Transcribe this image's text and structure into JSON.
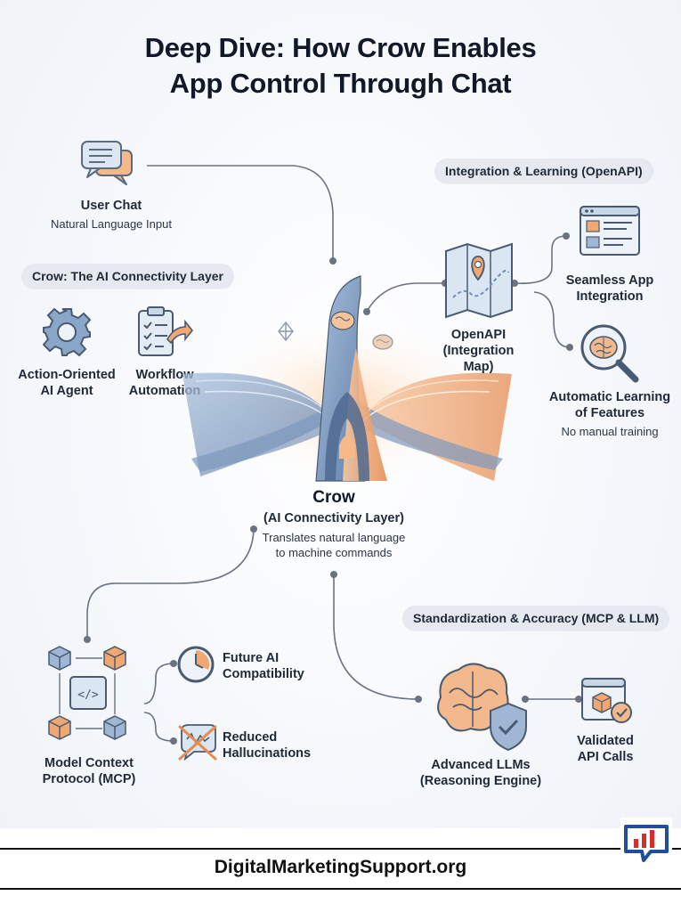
{
  "title_line1": "Deep Dive: How Crow Enables",
  "title_line2": "App Control Through Chat",
  "user_chat": {
    "label": "User Chat",
    "sub": "Natural Language Input"
  },
  "sections": {
    "crow_layer": "Crow: The AI Connectivity Layer",
    "integration": "Integration & Learning (OpenAPI)",
    "standardization": "Standardization & Accuracy (MCP & LLM)"
  },
  "action_agent": {
    "line1": "Action-Oriented",
    "line2": "AI Agent"
  },
  "workflow": {
    "line1": "Workflow",
    "line2": "Automation"
  },
  "openapi": {
    "line1": "OpenAPI",
    "line2": "(Integration",
    "line3": "Map)"
  },
  "seamless": {
    "line1": "Seamless App",
    "line2": "Integration"
  },
  "auto_learning": {
    "line1": "Automatic Learning",
    "line2": "of Features",
    "sub": "No manual training"
  },
  "crow": {
    "title": "Crow",
    "subtitle": "(AI Connectivity Layer)",
    "desc1": "Translates natural language",
    "desc2": "to machine commands"
  },
  "mcp": {
    "line1": "Model Context",
    "line2": "Protocol (MCP)"
  },
  "future_ai": {
    "line1": "Future AI",
    "line2": "Compatibility"
  },
  "reduced": {
    "line1": "Reduced",
    "line2": "Hallucinations"
  },
  "llm": {
    "line1": "Advanced LLMs",
    "line2": "(Reasoning Engine)"
  },
  "validated": {
    "line1": "Validated",
    "line2": "API Calls"
  },
  "footer": "DigitalMarketingSupport.org",
  "colors": {
    "accent_blue": "#6f8fb8",
    "accent_orange": "#e79a64",
    "line_gray": "#6b7280",
    "logo_blue": "#1f4f9a",
    "logo_red": "#d32f2f"
  }
}
